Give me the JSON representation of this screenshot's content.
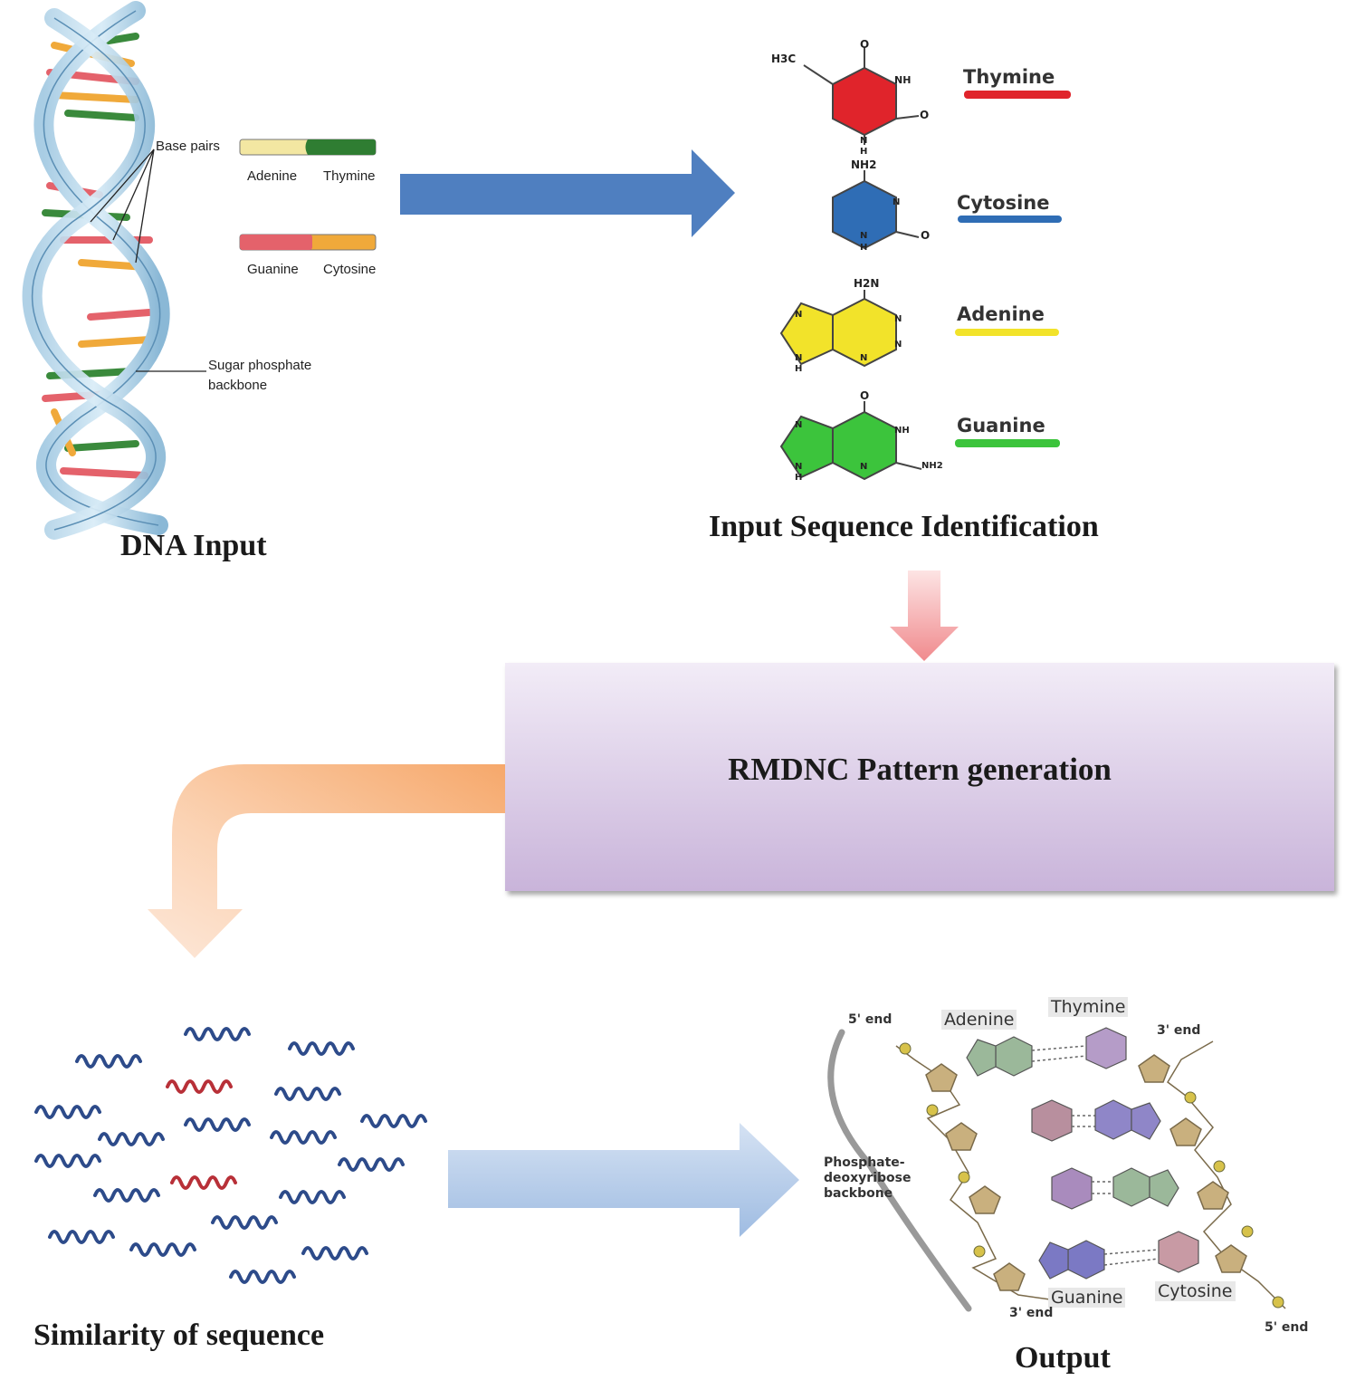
{
  "captions": {
    "dna_input": "DNA Input",
    "input_sequence": "Input Sequence Identification",
    "rmdnc": "RMDNC Pattern generation",
    "similarity": "Similarity of sequence",
    "output": "Output"
  },
  "dna_panel": {
    "base_pairs": "Base pairs",
    "adenine": "Adenine",
    "thymine": "Thymine",
    "guanine": "Guanine",
    "cytosine": "Cytosine",
    "backbone_line1": "Sugar phosphate",
    "backbone_line2": "backbone"
  },
  "molecules": {
    "thymine": {
      "name": "Thymine",
      "color": "#e0242b",
      "h3c": "H3C",
      "o_top": "O",
      "nh": "NH",
      "o_right": "O",
      "n_bottom": "N",
      "h_bottom": "H"
    },
    "cytosine": {
      "name": "Cytosine",
      "color": "#2f6db5",
      "nh2": "NH2",
      "n_right": "N",
      "o_right": "O",
      "n_bottom": "N",
      "h_bottom": "H"
    },
    "adenine": {
      "name": "Adenine",
      "color": "#f2e32a",
      "h2n": "H2N",
      "n1": "N",
      "n2": "N",
      "n3": "N",
      "n4": "N",
      "n5": "N",
      "h": "H"
    },
    "guanine": {
      "name": "Guanine",
      "color": "#3cc43c",
      "o_top": "O",
      "nh": "NH",
      "nh2": "NH2",
      "n1": "N",
      "n2": "N",
      "n3": "N",
      "h": "H"
    }
  },
  "output_panel": {
    "five_end_top": "5' end",
    "adenine": "Adenine",
    "thymine": "Thymine",
    "three_end_top": "3' end",
    "backbone_line1": "Phosphate-",
    "backbone_line2": "deoxyribose",
    "backbone_line3": "backbone",
    "guanine": "Guanine",
    "cytosine": "Cytosine",
    "three_end_bottom": "3' end",
    "five_end_bottom": "5' end"
  },
  "colors": {
    "arrow_blue": "#4f7fc0",
    "arrow_pink": "#f3a1a3",
    "arrow_orange": "#f6b07a",
    "arrow_lightblue": "#b5cbe8",
    "box_top": "#f0eaf5",
    "box_bottom": "#c7b2d7"
  }
}
